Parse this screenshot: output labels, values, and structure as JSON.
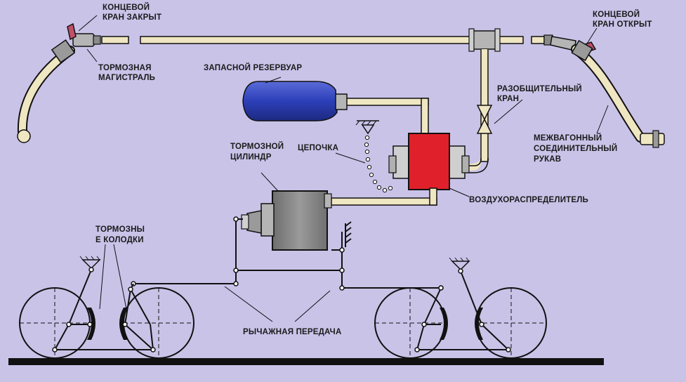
{
  "labels": {
    "end_valve_closed": [
      "КОНЦЕВОЙ",
      "КРАН ЗАКРЫТ"
    ],
    "end_valve_open": [
      "КОНЦЕВОЙ",
      "КРАН ОТКРЫТ"
    ],
    "brake_line": [
      "ТОРМОЗНАЯ",
      "МАГИСТРАЛЬ"
    ],
    "reserve_tank": [
      "ЗАПАСНОЙ РЕЗЕРВУАР"
    ],
    "isolation_valve": [
      "РАЗОБЩИТЕЛЬНЫЙ",
      "КРАН"
    ],
    "hose": [
      "МЕЖВАГОННЫЙ",
      "СОЕДИНИТЕЛЬНЫЙ",
      "РУКАВ"
    ],
    "brake_cylinder": [
      "ТОРМОЗНОЙ",
      "ЦИЛИНДР"
    ],
    "chain": [
      "ЦЕПОЧКА"
    ],
    "air_distributor": [
      "ВОЗДУХОРАСПРЕДЕЛИТЕЛЬ"
    ],
    "brake_shoes": [
      "ТОРМОЗНЫ",
      "Е КОЛОДКИ"
    ],
    "linkage": [
      "РЫЧАЖНАЯ ПЕРЕДАЧА"
    ]
  },
  "colors": {
    "background": "#c9c3e8",
    "pipe": "#efe6c2",
    "reservoir": "#2d3fb8",
    "distributor": "#e0202a",
    "cylinder": "#8a8a8a",
    "valve_handle": "#c0506a"
  }
}
